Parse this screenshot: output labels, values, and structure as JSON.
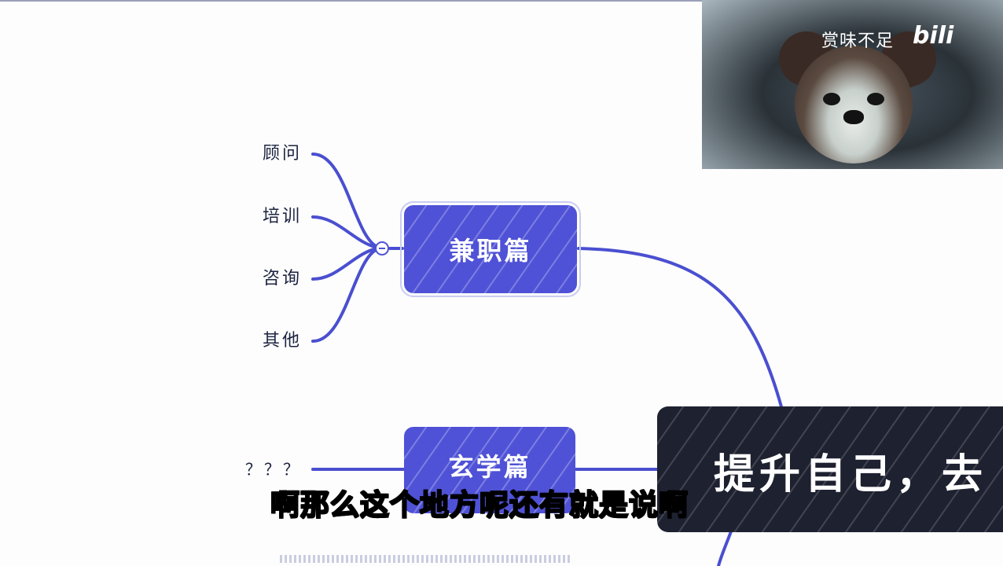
{
  "mindmap": {
    "topics": {
      "part_time": "兼职篇",
      "metaphysics": "玄学篇"
    },
    "leaves": {
      "consultant": "顾问",
      "training": "培训",
      "consulting": "咨询",
      "other": "其他",
      "unknown": "？？？"
    },
    "colors": {
      "topic_fill": "#4f52d6",
      "connector": "#4a4fd0"
    }
  },
  "webcam": {
    "label": "赏味不足",
    "logo": "bili"
  },
  "title_card": {
    "text": "提升自己，去"
  },
  "subtitle": "啊那么这个地方呢还有就是说啊"
}
